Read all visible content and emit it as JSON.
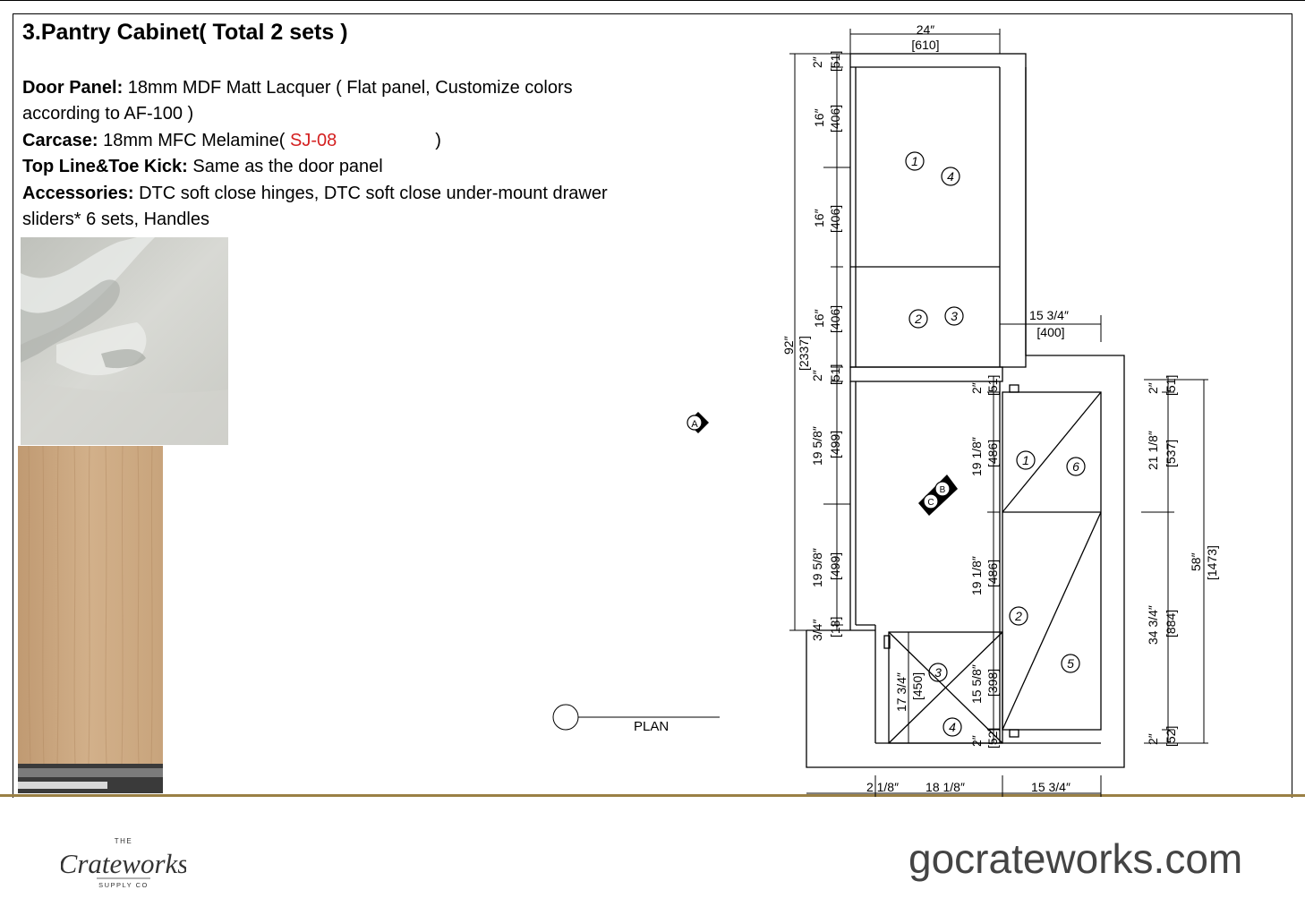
{
  "title": "3.Pantry Cabinet( Total 2 sets )",
  "specs": {
    "door_label": "Door Panel:",
    "door_text_1": " 18mm MDF Matt Lacquer ( Flat panel, Customize colors",
    "door_text_2": "according to AF-100 )",
    "carcase_label": "Carcase:",
    "carcase_text": " 18mm MFC Melamine( ",
    "carcase_code": "SJ-08",
    "carcase_close": ")",
    "topline_label": "Top Line&Toe Kick:",
    "topline_text": " Same as the door panel",
    "accessories_label": "Accessories:",
    "accessories_text_1": " DTC soft close hinges, DTC soft close under-mount drawer",
    "accessories_text_2": "sliders* 6 sets, Handles"
  },
  "drawing": {
    "plan_label": "PLAN",
    "marker_a": "A",
    "marker_b": "B",
    "marker_c": "C",
    "dims": {
      "top_w_in": "24″",
      "top_w_mm": "[610]",
      "h2a_in": "2″",
      "h2a_mm": "[51]",
      "h16a_in": "16″",
      "h16a_mm": "[406]",
      "h16b_in": "16″",
      "h16b_mm": "[406]",
      "h16c_in": "16″",
      "h16c_mm": "[406]",
      "h2b_in": "2″",
      "h2b_mm": "[51]",
      "h1958a_in": "19 5/8″",
      "h1958a_mm": "[499]",
      "h1958b_in": "19 5/8″",
      "h1958b_mm": "[499]",
      "h34_in": "3/4″",
      "h34_mm": "[18]",
      "total_in": "92″",
      "total_mm": "[2337]",
      "depth_in": "15 3/4″",
      "depth_mm": "[400]",
      "r2a_in": "2″",
      "r2a_mm": "[51]",
      "r1918a_in": "19 1/8″",
      "r1918a_mm": "[486]",
      "r1918b_in": "19 1/8″",
      "r1918b_mm": "[486]",
      "r1558_in": "15 5/8″",
      "r1558_mm": "[398]",
      "r2b_in": "2″",
      "r2b_mm": "[52]",
      "r1734_in": "17 3/4″",
      "r1734_mm": "[450]",
      "f2a_in": "2″",
      "f2a_mm": "[51]",
      "f2118_in": "21 1/8″",
      "f2118_mm": "[537]",
      "f3434_in": "34 3/4″",
      "f3434_mm": "[884]",
      "f2b_in": "2″",
      "f2b_mm": "[52]",
      "f58_in": "58″",
      "f58_mm": "[1473]",
      "b218_in": "2 1/8″",
      "b1818_in": "18 1/8″",
      "b1534_in": "15 3/4″"
    },
    "callouts": [
      "1",
      "4",
      "2",
      "3",
      "1",
      "6",
      "2",
      "5",
      "3",
      "4"
    ]
  },
  "logo": {
    "the": "THE",
    "name": "Crateworks",
    "supply": "SUPPLY CO"
  },
  "website": "gocrateworks.com"
}
